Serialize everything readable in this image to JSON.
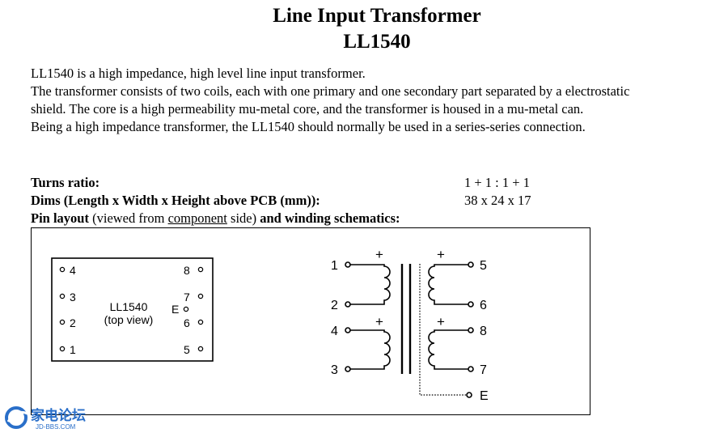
{
  "header": {
    "title": "Line Input Transformer",
    "model": "LL1540"
  },
  "description": [
    "LL1540 is a high impedance, high level line input transformer.",
    "The transformer consists of two coils, each with one primary and one secondary part separated by a electrostatic",
    "shield. The core is a high permeability mu-metal core, and the transformer is housed in a mu-metal can.",
    "Being a high impedance transformer, the LL1540 should normally be used in a series-series connection."
  ],
  "specs": {
    "turns_label": "Turns ratio:",
    "turns_value": "1 + 1 : 1 + 1",
    "dims_label": "Dims (Length x Width x Height above PCB (mm)):",
    "dims_value": "38 x 24 x 17",
    "pin_label_bold": "Pin layout",
    "pin_label_paren_open": " (viewed from ",
    "pin_label_underlined": "component",
    "pin_label_paren_close": " side) ",
    "pin_label_bold2": "and winding schematics:"
  },
  "pin_layout": {
    "left_pins": [
      "4",
      "3",
      "2",
      "1"
    ],
    "right_pins": [
      "8",
      "7",
      "6",
      "5"
    ],
    "shield_pin": "E",
    "part_name": "LL1540",
    "view_note": "(top view)"
  },
  "schematic": {
    "primary_top": {
      "start": "1",
      "end": "2",
      "polarity": "+"
    },
    "primary_bottom": {
      "start": "4",
      "end": "3",
      "polarity": "+"
    },
    "secondary_top": {
      "start": "5",
      "end": "6",
      "polarity": "+"
    },
    "secondary_bottom": {
      "start": "8",
      "end": "7",
      "polarity": "+"
    },
    "shield": "E"
  },
  "watermark": {
    "text": "家电论坛",
    "url": "JD-BBS.COM"
  }
}
